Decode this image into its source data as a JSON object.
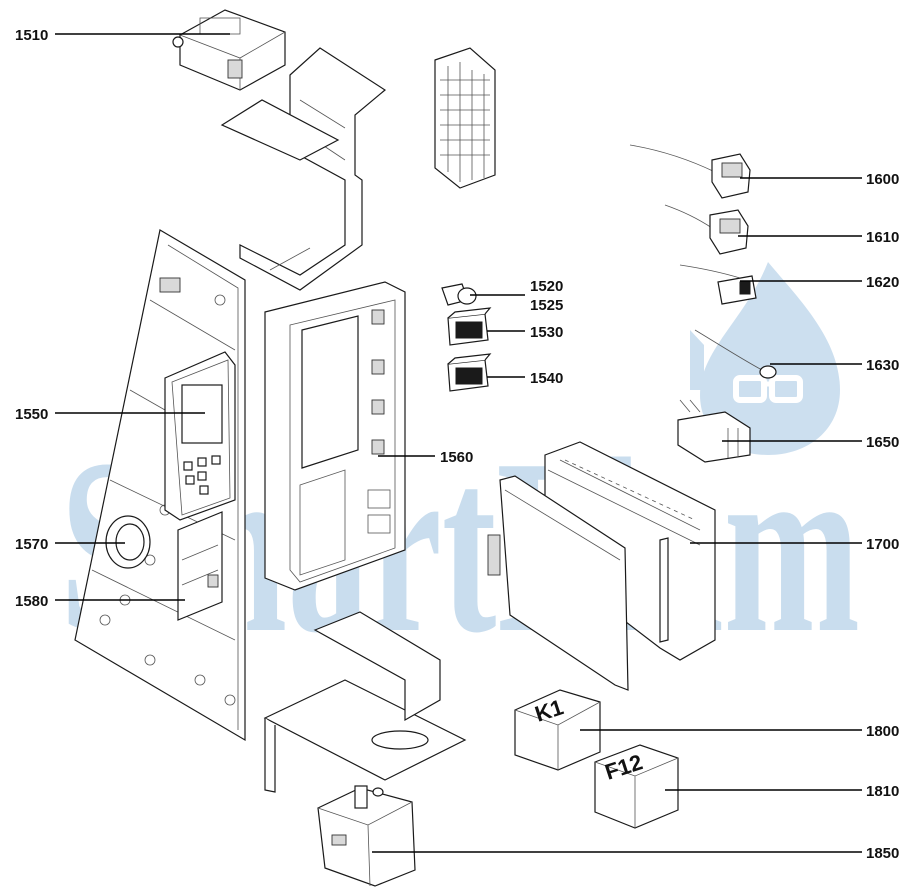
{
  "watermark": {
    "text": "SmartFlam",
    "color": "#bcd5ea"
  },
  "labels": [
    {
      "id": "1510",
      "text": "1510"
    },
    {
      "id": "1520",
      "text": "1520"
    },
    {
      "id": "1525",
      "text": "1525"
    },
    {
      "id": "1530",
      "text": "1530"
    },
    {
      "id": "1540",
      "text": "1540"
    },
    {
      "id": "1550",
      "text": "1550"
    },
    {
      "id": "1560",
      "text": "1560"
    },
    {
      "id": "1570",
      "text": "1570"
    },
    {
      "id": "1580",
      "text": "1580"
    },
    {
      "id": "1600",
      "text": "1600"
    },
    {
      "id": "1610",
      "text": "1610"
    },
    {
      "id": "1620",
      "text": "1620"
    },
    {
      "id": "1630",
      "text": "1630"
    },
    {
      "id": "1650",
      "text": "1650"
    },
    {
      "id": "1700",
      "text": "1700"
    },
    {
      "id": "1800",
      "text": "1800"
    },
    {
      "id": "1810",
      "text": "1810"
    },
    {
      "id": "1850",
      "text": "1850"
    }
  ],
  "relay_k1": {
    "text": "K1"
  },
  "relay_f12": {
    "text": "F12"
  }
}
